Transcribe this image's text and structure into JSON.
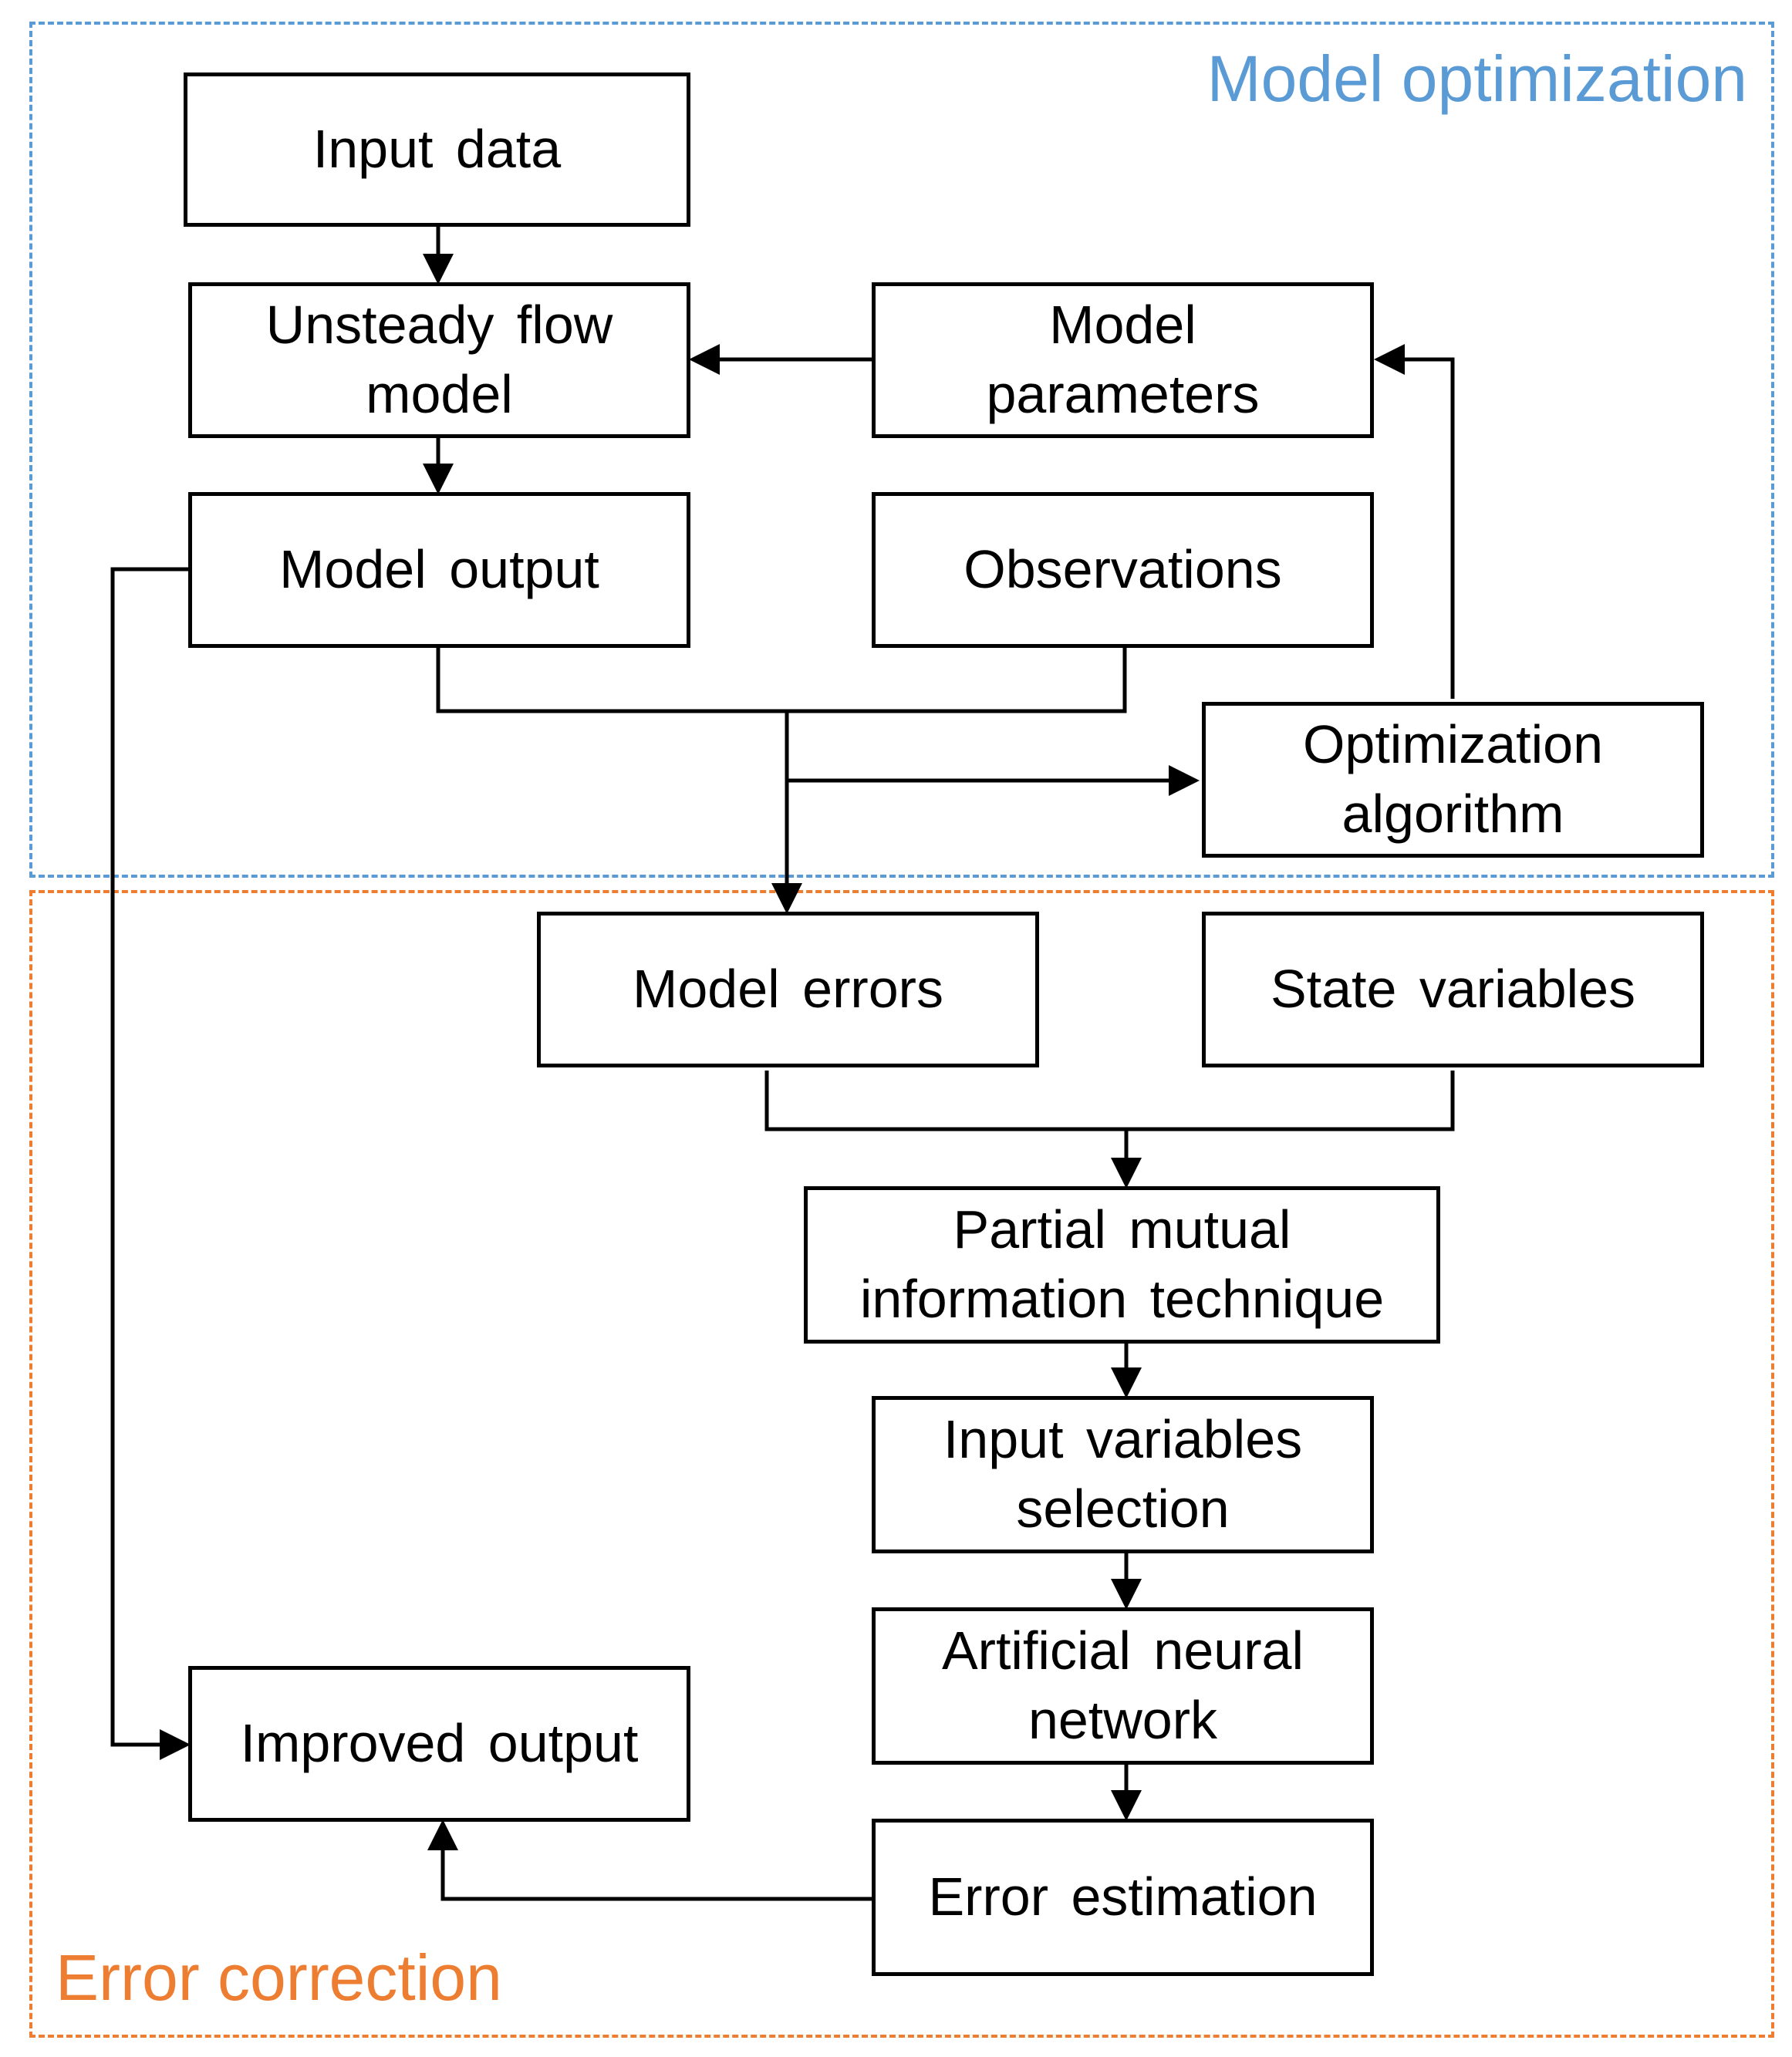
{
  "regions": {
    "model_optimization": {
      "label": "Model optimization",
      "color": "#5b9bd5"
    },
    "error_correction": {
      "label": "Error correction",
      "color": "#ed7d31"
    }
  },
  "boxes": {
    "input_data": {
      "label": "Input data"
    },
    "unsteady_flow_model": {
      "label": "Unsteady flow model"
    },
    "model_parameters": {
      "label": "Model parameters"
    },
    "model_output": {
      "label": "Model output"
    },
    "observations": {
      "label": "Observations"
    },
    "optimization_algorithm": {
      "label": "Optimization algorithm"
    },
    "model_errors": {
      "label": "Model errors"
    },
    "state_variables": {
      "label": "State variables"
    },
    "partial_mutual_information": {
      "label": "Partial mutual information technique"
    },
    "input_variables_selection": {
      "label": "Input variables selection"
    },
    "artificial_neural_network": {
      "label": "Artificial neural network"
    },
    "error_estimation": {
      "label": "Error estimation"
    },
    "improved_output": {
      "label": "Improved output"
    }
  },
  "colors": {
    "stroke": "#000000"
  }
}
